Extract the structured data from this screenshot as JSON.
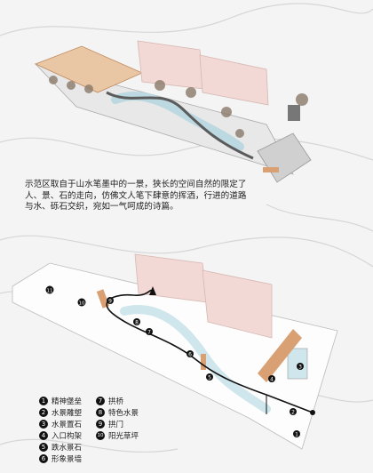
{
  "description_lines": [
    "示范区取自于山水笔墨中的一景，狭长的空间自然的限定了",
    "人、景、石的走向，仿佛文人笔下肆意的挥洒，行进的道路",
    "与水、砾石交织，宛如一气呵成的诗篇。"
  ],
  "legend": [
    {
      "num": "1",
      "label": "精神堡垒"
    },
    {
      "num": "2",
      "label": "水景雕塑"
    },
    {
      "num": "3",
      "label": "水景置石"
    },
    {
      "num": "4",
      "label": "入口构架"
    },
    {
      "num": "5",
      "label": "跌水景石"
    },
    {
      "num": "6",
      "label": "形象景墙"
    },
    {
      "num": "7",
      "label": "拱桥"
    },
    {
      "num": "8",
      "label": "特色水景"
    },
    {
      "num": "9",
      "label": "拱门"
    },
    {
      "num": "10",
      "label": "阳光草坪"
    }
  ],
  "plan_markers": [
    "1",
    "2",
    "3",
    "4",
    "5",
    "6",
    "7",
    "8",
    "9",
    "10",
    "11"
  ],
  "colors": {
    "building": "#f2d9d5",
    "wood": "#d9a173",
    "water": "#cfe6ec",
    "path": "#111111"
  }
}
